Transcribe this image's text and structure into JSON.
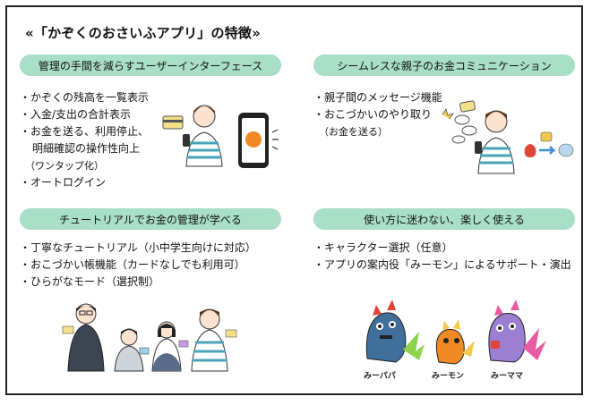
{
  "title": {
    "prefix": "«「",
    "app_name": "かぞくのおさいふアプリ",
    "suffix": "」の特徴»"
  },
  "sections": [
    {
      "heading": "管理の手間を減らすユーザーインターフェース",
      "items": [
        "・かぞくの残高を一覧表示",
        "・入金/支出の合計表示",
        "・お金を送る、利用停止、",
        "明細確認の操作性向上",
        "（ワンタップ化）",
        "・オートログイン"
      ]
    },
    {
      "heading": "シームレスな親子のお金コミュニケーション",
      "items": [
        "・親子間のメッセージ機能",
        "・おこづかいのやり取り",
        "（お金を送る）"
      ]
    },
    {
      "heading": "チュートリアルでお金の管理が学べる",
      "items": [
        "・丁寧なチュートリアル（小中学生向けに対応）",
        "・おこづかい帳機能（カードなしでも利用可）",
        "・ひらがなモード（選択制）"
      ]
    },
    {
      "heading": "使い方に迷わない、楽しく使える",
      "items": [
        "・キャラクター選択（任意）",
        "・アプリの案内役「みーモン」によるサポート・演出"
      ]
    }
  ],
  "characters": [
    "みーパパ",
    "みーモン",
    "みーママ"
  ],
  "colors": {
    "pill": "#a8dfc6",
    "stripe": "#4aa3b8",
    "papa": "#3f6f9a",
    "mon": "#f08a24",
    "mama": "#9b7fd1"
  }
}
